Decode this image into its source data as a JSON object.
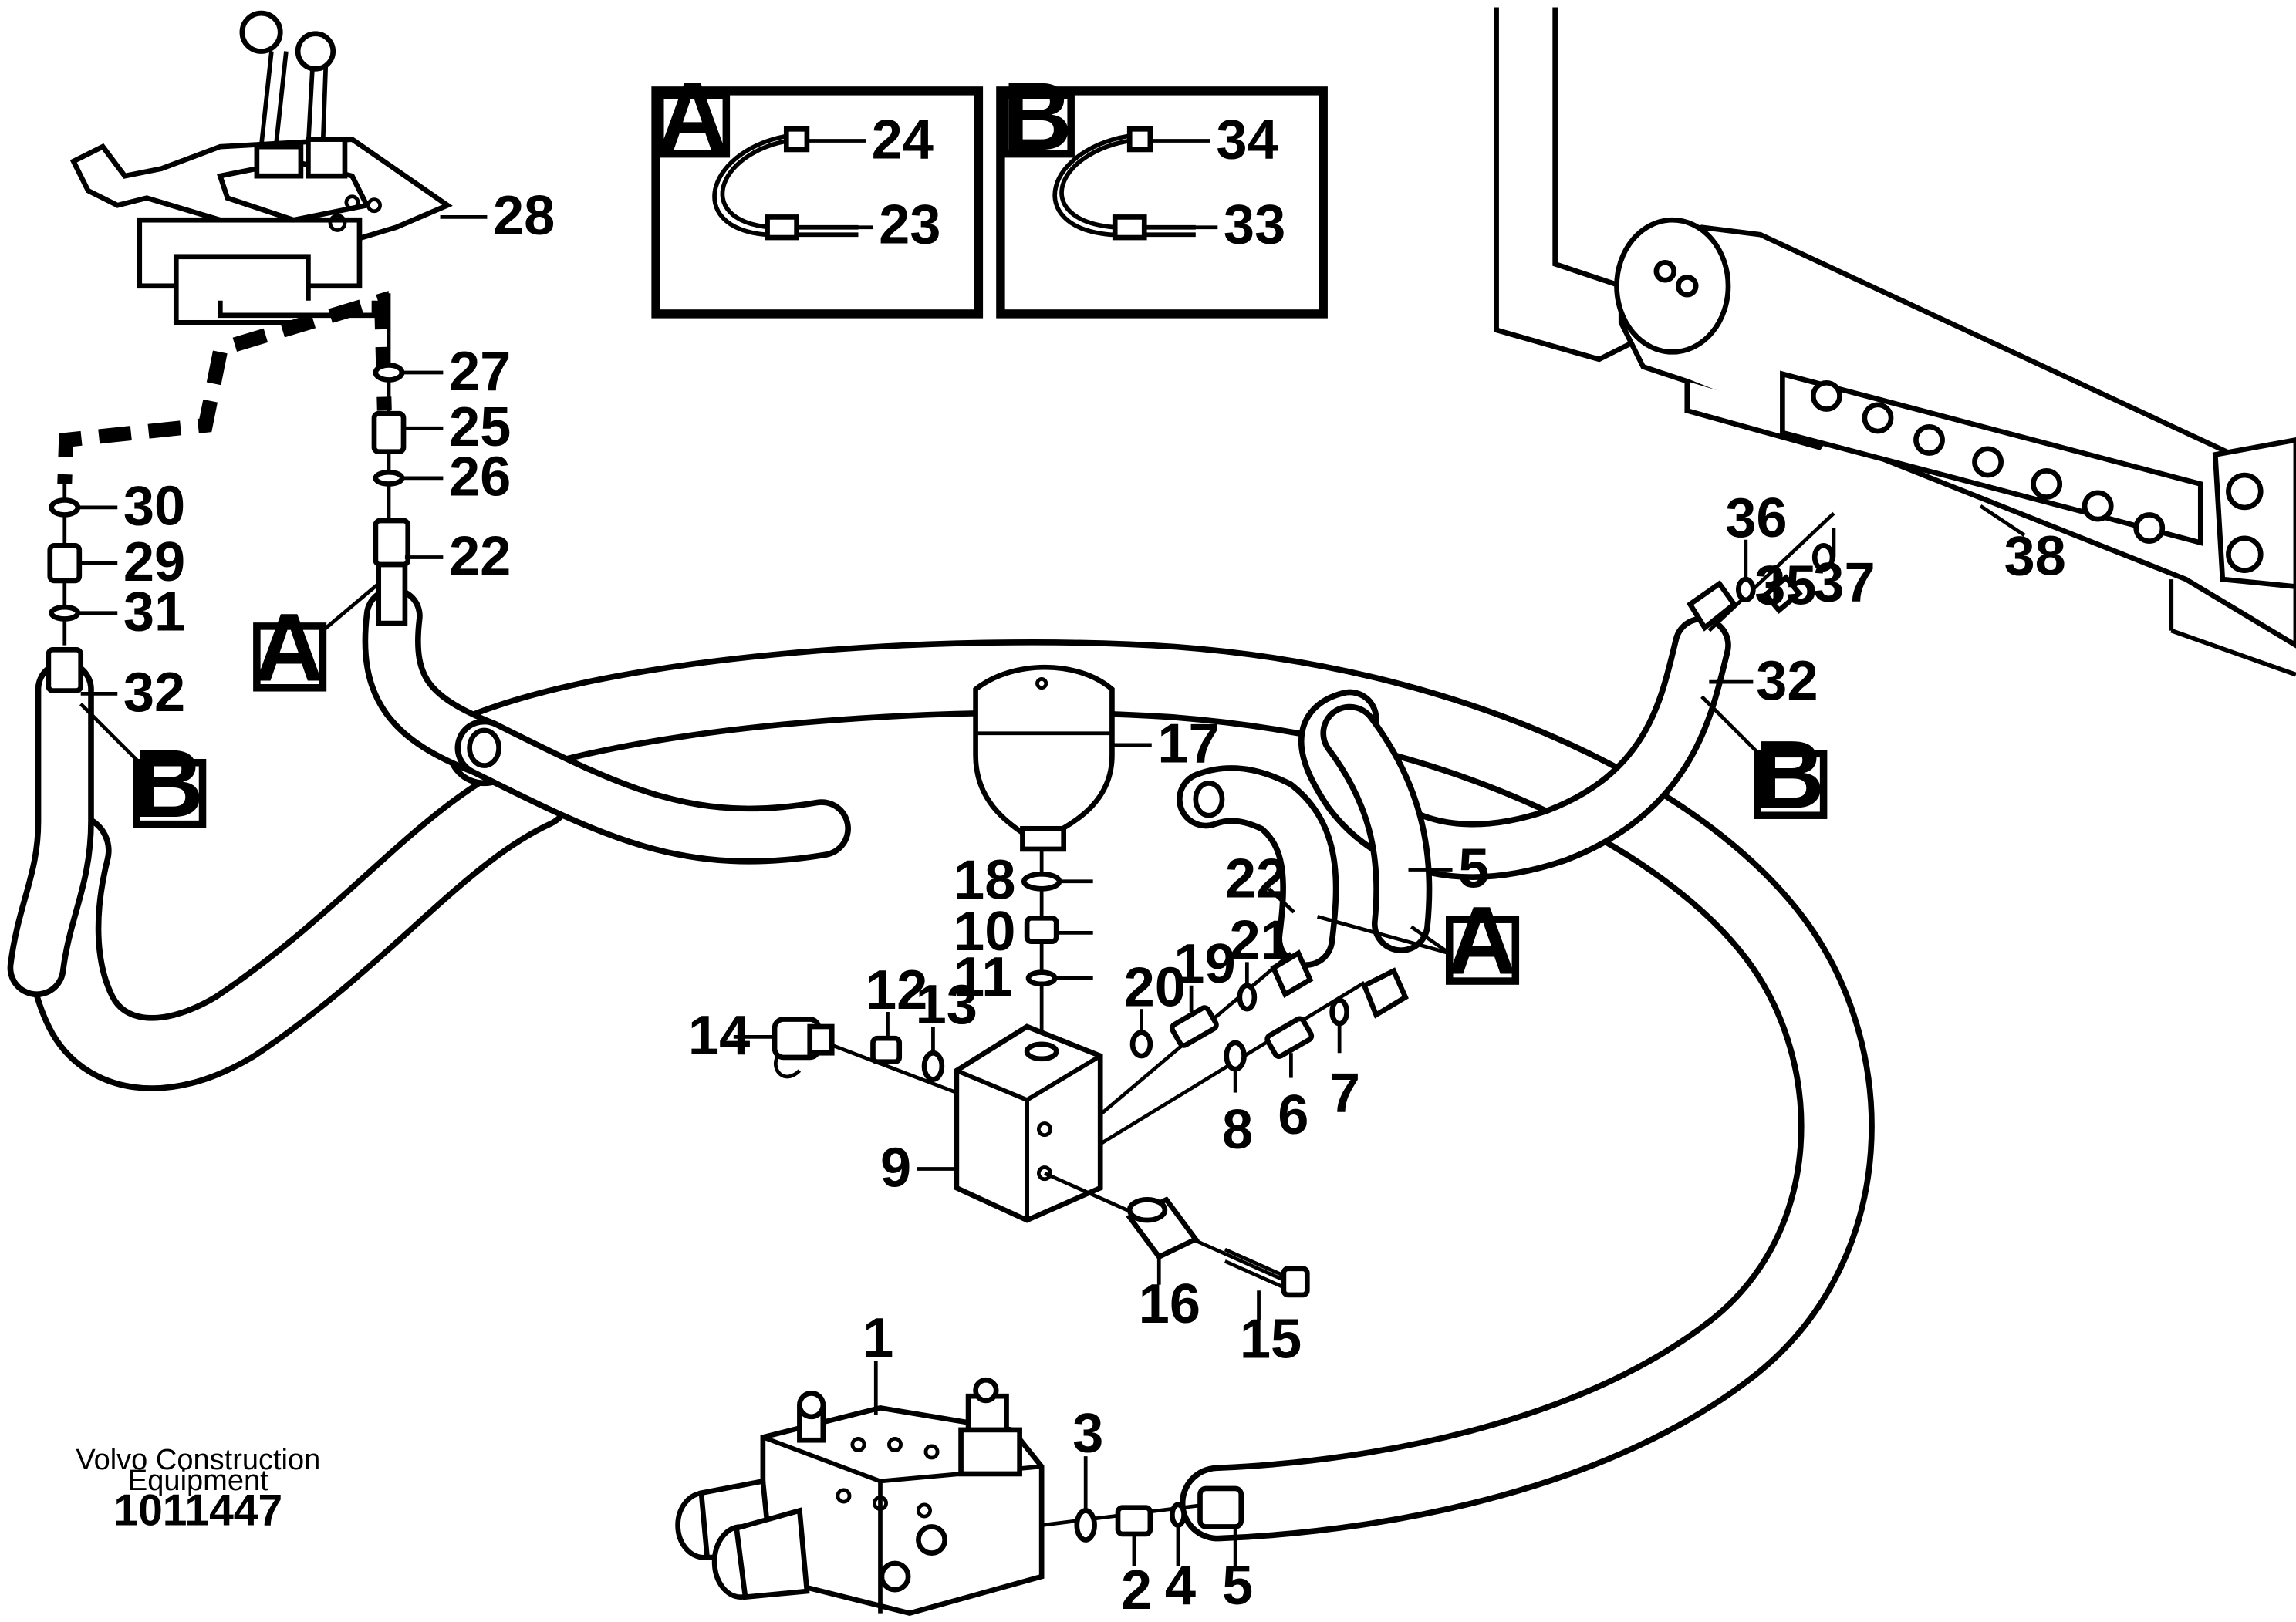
{
  "footer": {
    "company_line1": "Volvo Construction",
    "company_line2": "Equipment",
    "drawing_number": "1011447"
  },
  "inset_a": {
    "letter": "A",
    "label_top": "24",
    "label_bottom": "23"
  },
  "inset_b": {
    "letter": "B",
    "label_top": "34",
    "label_bottom": "33"
  },
  "reference_tags": {
    "a_left": "A",
    "b_left": "B",
    "b_right": "B",
    "a_center": "A"
  },
  "callouts": {
    "c1": "1",
    "c2": "2",
    "c3": "3",
    "c4": "4",
    "c5_bottom": "5",
    "c5_right": "5",
    "c6": "6",
    "c7": "7",
    "c8": "8",
    "c9": "9",
    "c10": "10",
    "c11": "11",
    "c12": "12",
    "c13": "13",
    "c14": "14",
    "c15": "15",
    "c16": "16",
    "c17": "17",
    "c18": "18",
    "c19": "19",
    "c20": "20",
    "c21": "21",
    "c22_left": "22",
    "c22_center": "22",
    "c25": "25",
    "c26": "26",
    "c27": "27",
    "c28": "28",
    "c29": "29",
    "c30": "30",
    "c31": "31",
    "c32_left": "32",
    "c32_right": "32",
    "c35": "35",
    "c36": "36",
    "c37": "37",
    "c38": "38"
  }
}
